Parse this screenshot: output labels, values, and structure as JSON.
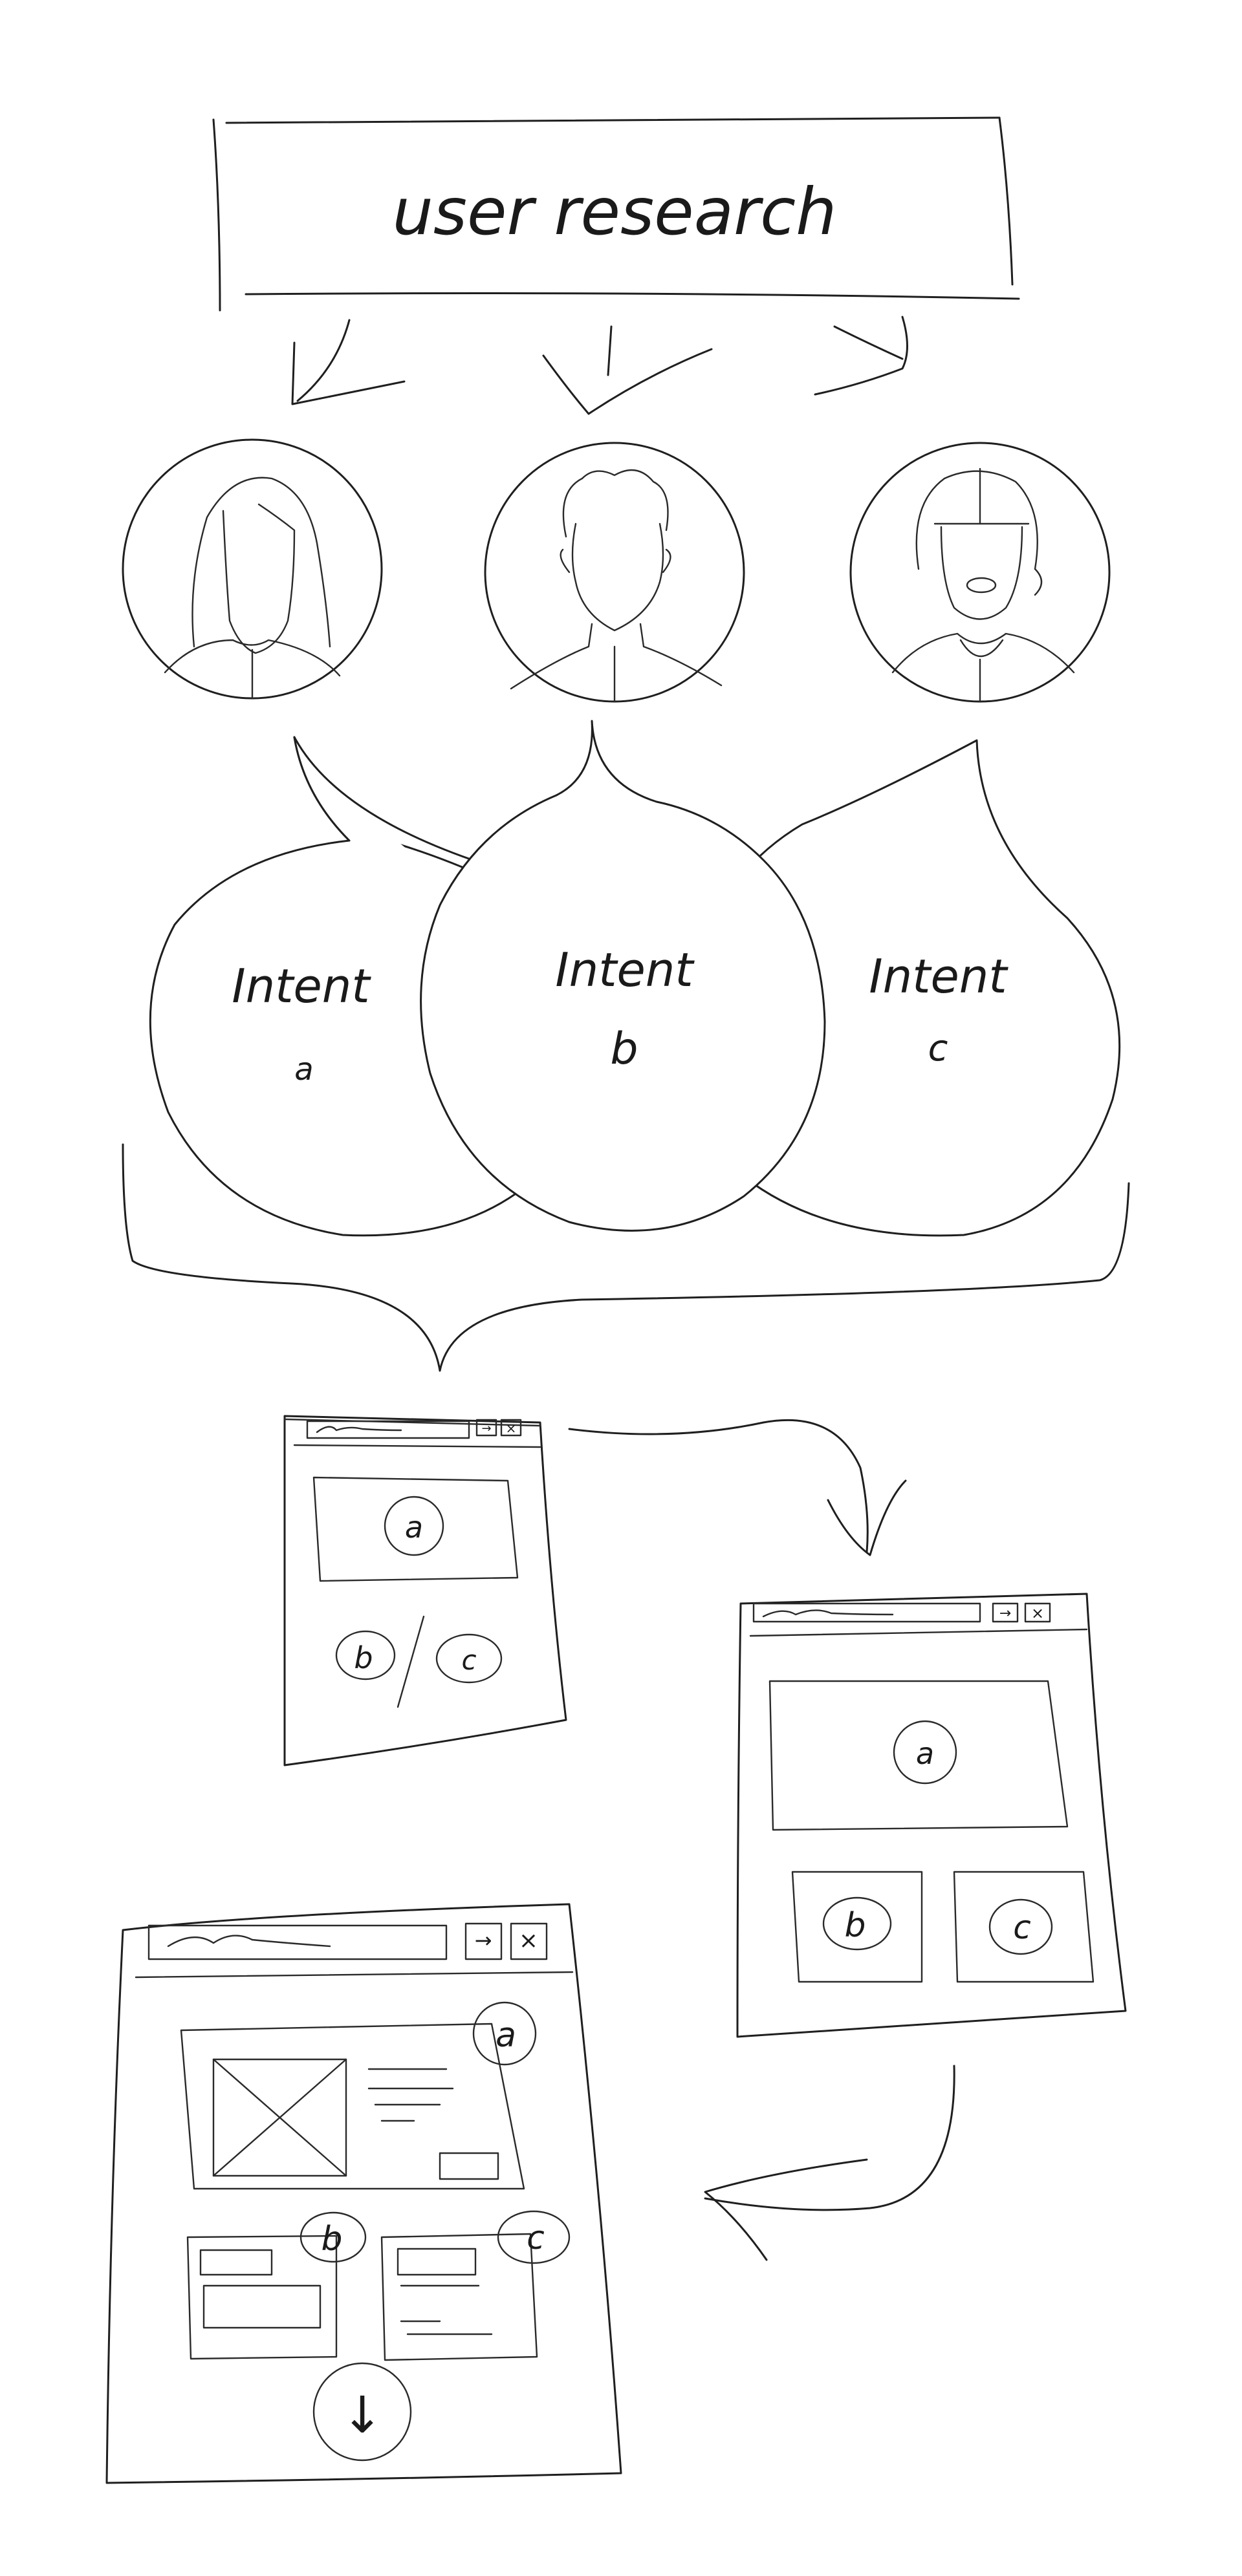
{
  "title": "user research",
  "personas": [
    {
      "icon": "female-long-hair-avatar-icon"
    },
    {
      "icon": "male-short-hair-avatar-icon"
    },
    {
      "icon": "female-bob-hair-avatar-icon"
    }
  ],
  "intents": [
    {
      "line1": "Intent",
      "line2": "a"
    },
    {
      "line1": "Intent",
      "line2": "b"
    },
    {
      "line1": "Intent",
      "line2": "c"
    }
  ],
  "wireframes": {
    "small": {
      "badges": [
        "a",
        "b",
        "c"
      ]
    },
    "medium": {
      "badges": [
        "a",
        "b",
        "c"
      ]
    },
    "large": {
      "badges": [
        "a",
        "b",
        "c"
      ]
    }
  },
  "icons": {
    "forward": "→",
    "close": "×",
    "download": "↓"
  }
}
